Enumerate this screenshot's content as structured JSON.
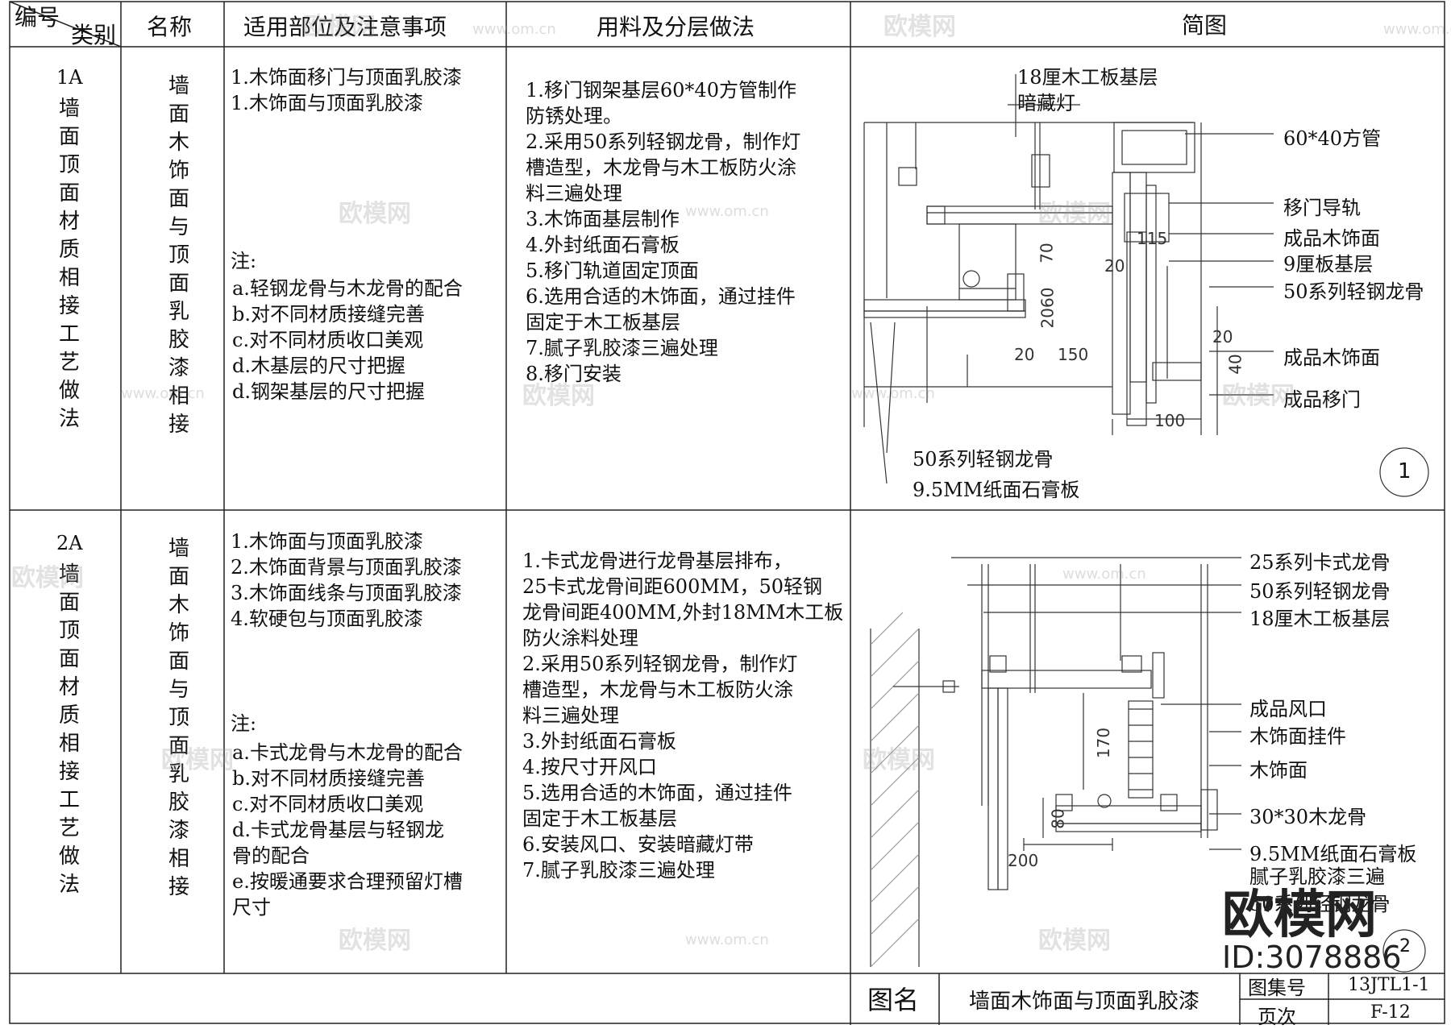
{
  "header": {
    "code": "编号",
    "category": "类别",
    "name": "名称",
    "applicable": "适用部位及注意事项",
    "materials": "用料及分层做法",
    "diagram": "简图"
  },
  "rows": [
    {
      "code": "1A",
      "category_chars": [
        "墙",
        "面",
        "顶",
        "面",
        "材",
        "质",
        "相",
        "接",
        "工",
        "艺",
        "做",
        "法"
      ],
      "name_chars": [
        "墙",
        "面",
        "木",
        "饰",
        "面",
        "与",
        "顶",
        "面",
        "乳",
        "胶",
        "漆",
        "相",
        "接"
      ],
      "applicable": [
        "1.木饰面移门与顶面乳胶漆",
        "1.木饰面与顶面乳胶漆"
      ],
      "note_title": "注:",
      "notes": [
        "a.轻钢龙骨与木龙骨的配合",
        "b.对不同材质接缝完善",
        "c.对不同材质收口美观",
        "d.木基层的尺寸把握",
        "d.钢架基层的尺寸把握"
      ],
      "materials": [
        "1.移门钢架基层60*40方管制作",
        "防锈处理。",
        "2.采用50系列轻钢龙骨，制作灯",
        "槽造型，木龙骨与木工板防火涂",
        "料三遍处理",
        "3.木饰面基层制作",
        "4.外封纸面石膏板",
        "5.移门轨道固定顶面",
        "6.选用合适的木饰面，通过挂件",
        "固定于木工板基层",
        "7.腻子乳胶漆三遍处理",
        "8.移门安装"
      ],
      "diagram_labels": [
        "18厘木工板基层",
        "暗藏灯",
        "60*40方管",
        "移门导轨",
        "成品木饰面",
        "9厘板基层",
        "50系列轻钢龙骨",
        "成品木饰面",
        "成品移门",
        "50系列轻钢龙骨",
        "9.5MM纸面石膏板"
      ],
      "dims": [
        "70",
        "2060",
        "115",
        "20",
        "20",
        "150",
        "20",
        "40",
        "100"
      ],
      "detail_no": "1"
    },
    {
      "code": "2A",
      "category_chars": [
        "墙",
        "面",
        "顶",
        "面",
        "材",
        "质",
        "相",
        "接",
        "工",
        "艺",
        "做",
        "法"
      ],
      "name_chars": [
        "墙",
        "面",
        "木",
        "饰",
        "面",
        "与",
        "顶",
        "面",
        "乳",
        "胶",
        "漆",
        "相",
        "接"
      ],
      "applicable": [
        "1.木饰面与顶面乳胶漆",
        "2.木饰面背景与顶面乳胶漆",
        "3.木饰面线条与顶面乳胶漆",
        "4.软硬包与顶面乳胶漆"
      ],
      "note_title": "注:",
      "notes": [
        "a.卡式龙骨与木龙骨的配合",
        "b.对不同材质接缝完善",
        "c.对不同材质收口美观",
        "d.卡式龙骨基层与轻钢龙",
        "骨的配合",
        "e.按暖通要求合理预留灯槽",
        "尺寸"
      ],
      "materials": [
        "1.卡式龙骨进行龙骨基层排布，",
        "25卡式龙骨间距600MM，50轻钢",
        "龙骨间距400MM,外封18MM木工板",
        "防火涂料处理",
        "2.采用50系列轻钢龙骨，制作灯",
        "槽造型，木龙骨与木工板防火涂",
        "料三遍处理",
        "3.外封纸面石膏板",
        "4.按尺寸开风口",
        "5.选用合适的木饰面，通过挂件",
        "固定于木工板基层",
        "6.安装风口、安装暗藏灯带",
        "7.腻子乳胶漆三遍处理"
      ],
      "diagram_labels": [
        "25系列卡式龙骨",
        "50系列轻钢龙骨",
        "18厘木工板基层",
        "成品风口",
        "木饰面挂件",
        "木饰面",
        "30*30木龙骨",
        "9.5MM纸面石膏板",
        "腻子乳胶漆三遍",
        "50系列轻钢龙骨"
      ],
      "dims": [
        "170",
        "80",
        "200"
      ],
      "detail_no": "2"
    }
  ],
  "title_block": {
    "drawing_name_label": "图名",
    "drawing_name": "墙面木饰面与顶面乳胶漆",
    "atlas_no_label": "图集号",
    "atlas_no": "13JTL1-1",
    "page_label": "页次",
    "page": "F-12"
  },
  "watermarks": {
    "brand": "欧模网",
    "url": "www.om.cn",
    "id": "ID:3078886"
  }
}
